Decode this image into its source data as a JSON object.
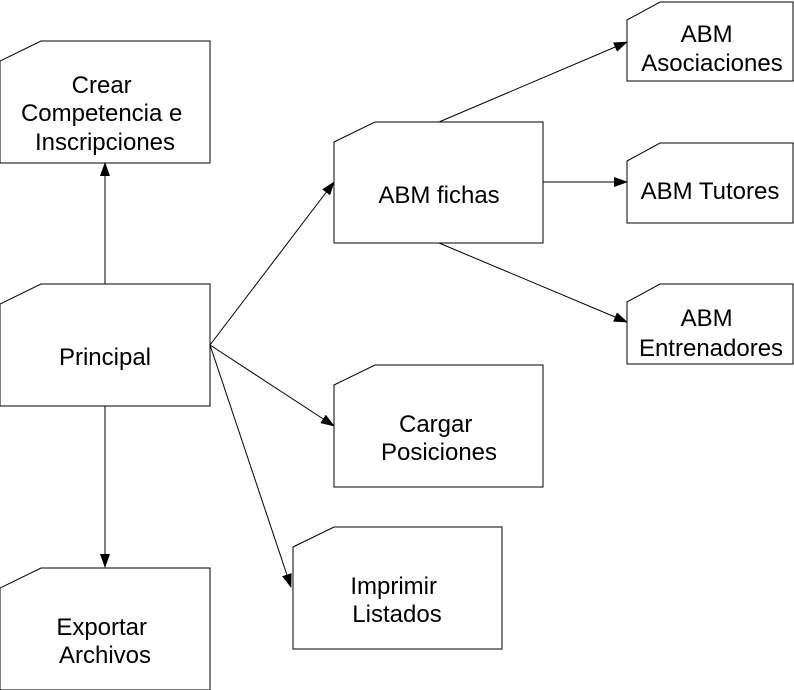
{
  "diagram": {
    "nodes": {
      "crear": [
        "Crear",
        "Competencia e",
        "Inscripciones"
      ],
      "principal": [
        "Principal"
      ],
      "exportar": [
        "Exportar",
        "Archivos"
      ],
      "abm_fichas": [
        "ABM fichas"
      ],
      "cargar": [
        "Cargar",
        "Posiciones"
      ],
      "imprimir": [
        "Imprimir",
        "Listados"
      ],
      "abm_asociaciones": [
        "ABM",
        "Asociaciones"
      ],
      "abm_tutores": [
        "ABM Tutores"
      ],
      "abm_entrenadores": [
        "ABM",
        "Entrenadores"
      ]
    },
    "edges": [
      {
        "from": "principal",
        "to": "crear"
      },
      {
        "from": "principal",
        "to": "exportar"
      },
      {
        "from": "principal",
        "to": "abm_fichas"
      },
      {
        "from": "principal",
        "to": "cargar"
      },
      {
        "from": "principal",
        "to": "imprimir"
      },
      {
        "from": "abm_fichas",
        "to": "abm_asociaciones"
      },
      {
        "from": "abm_fichas",
        "to": "abm_tutores"
      },
      {
        "from": "abm_fichas",
        "to": "abm_entrenadores"
      }
    ]
  }
}
